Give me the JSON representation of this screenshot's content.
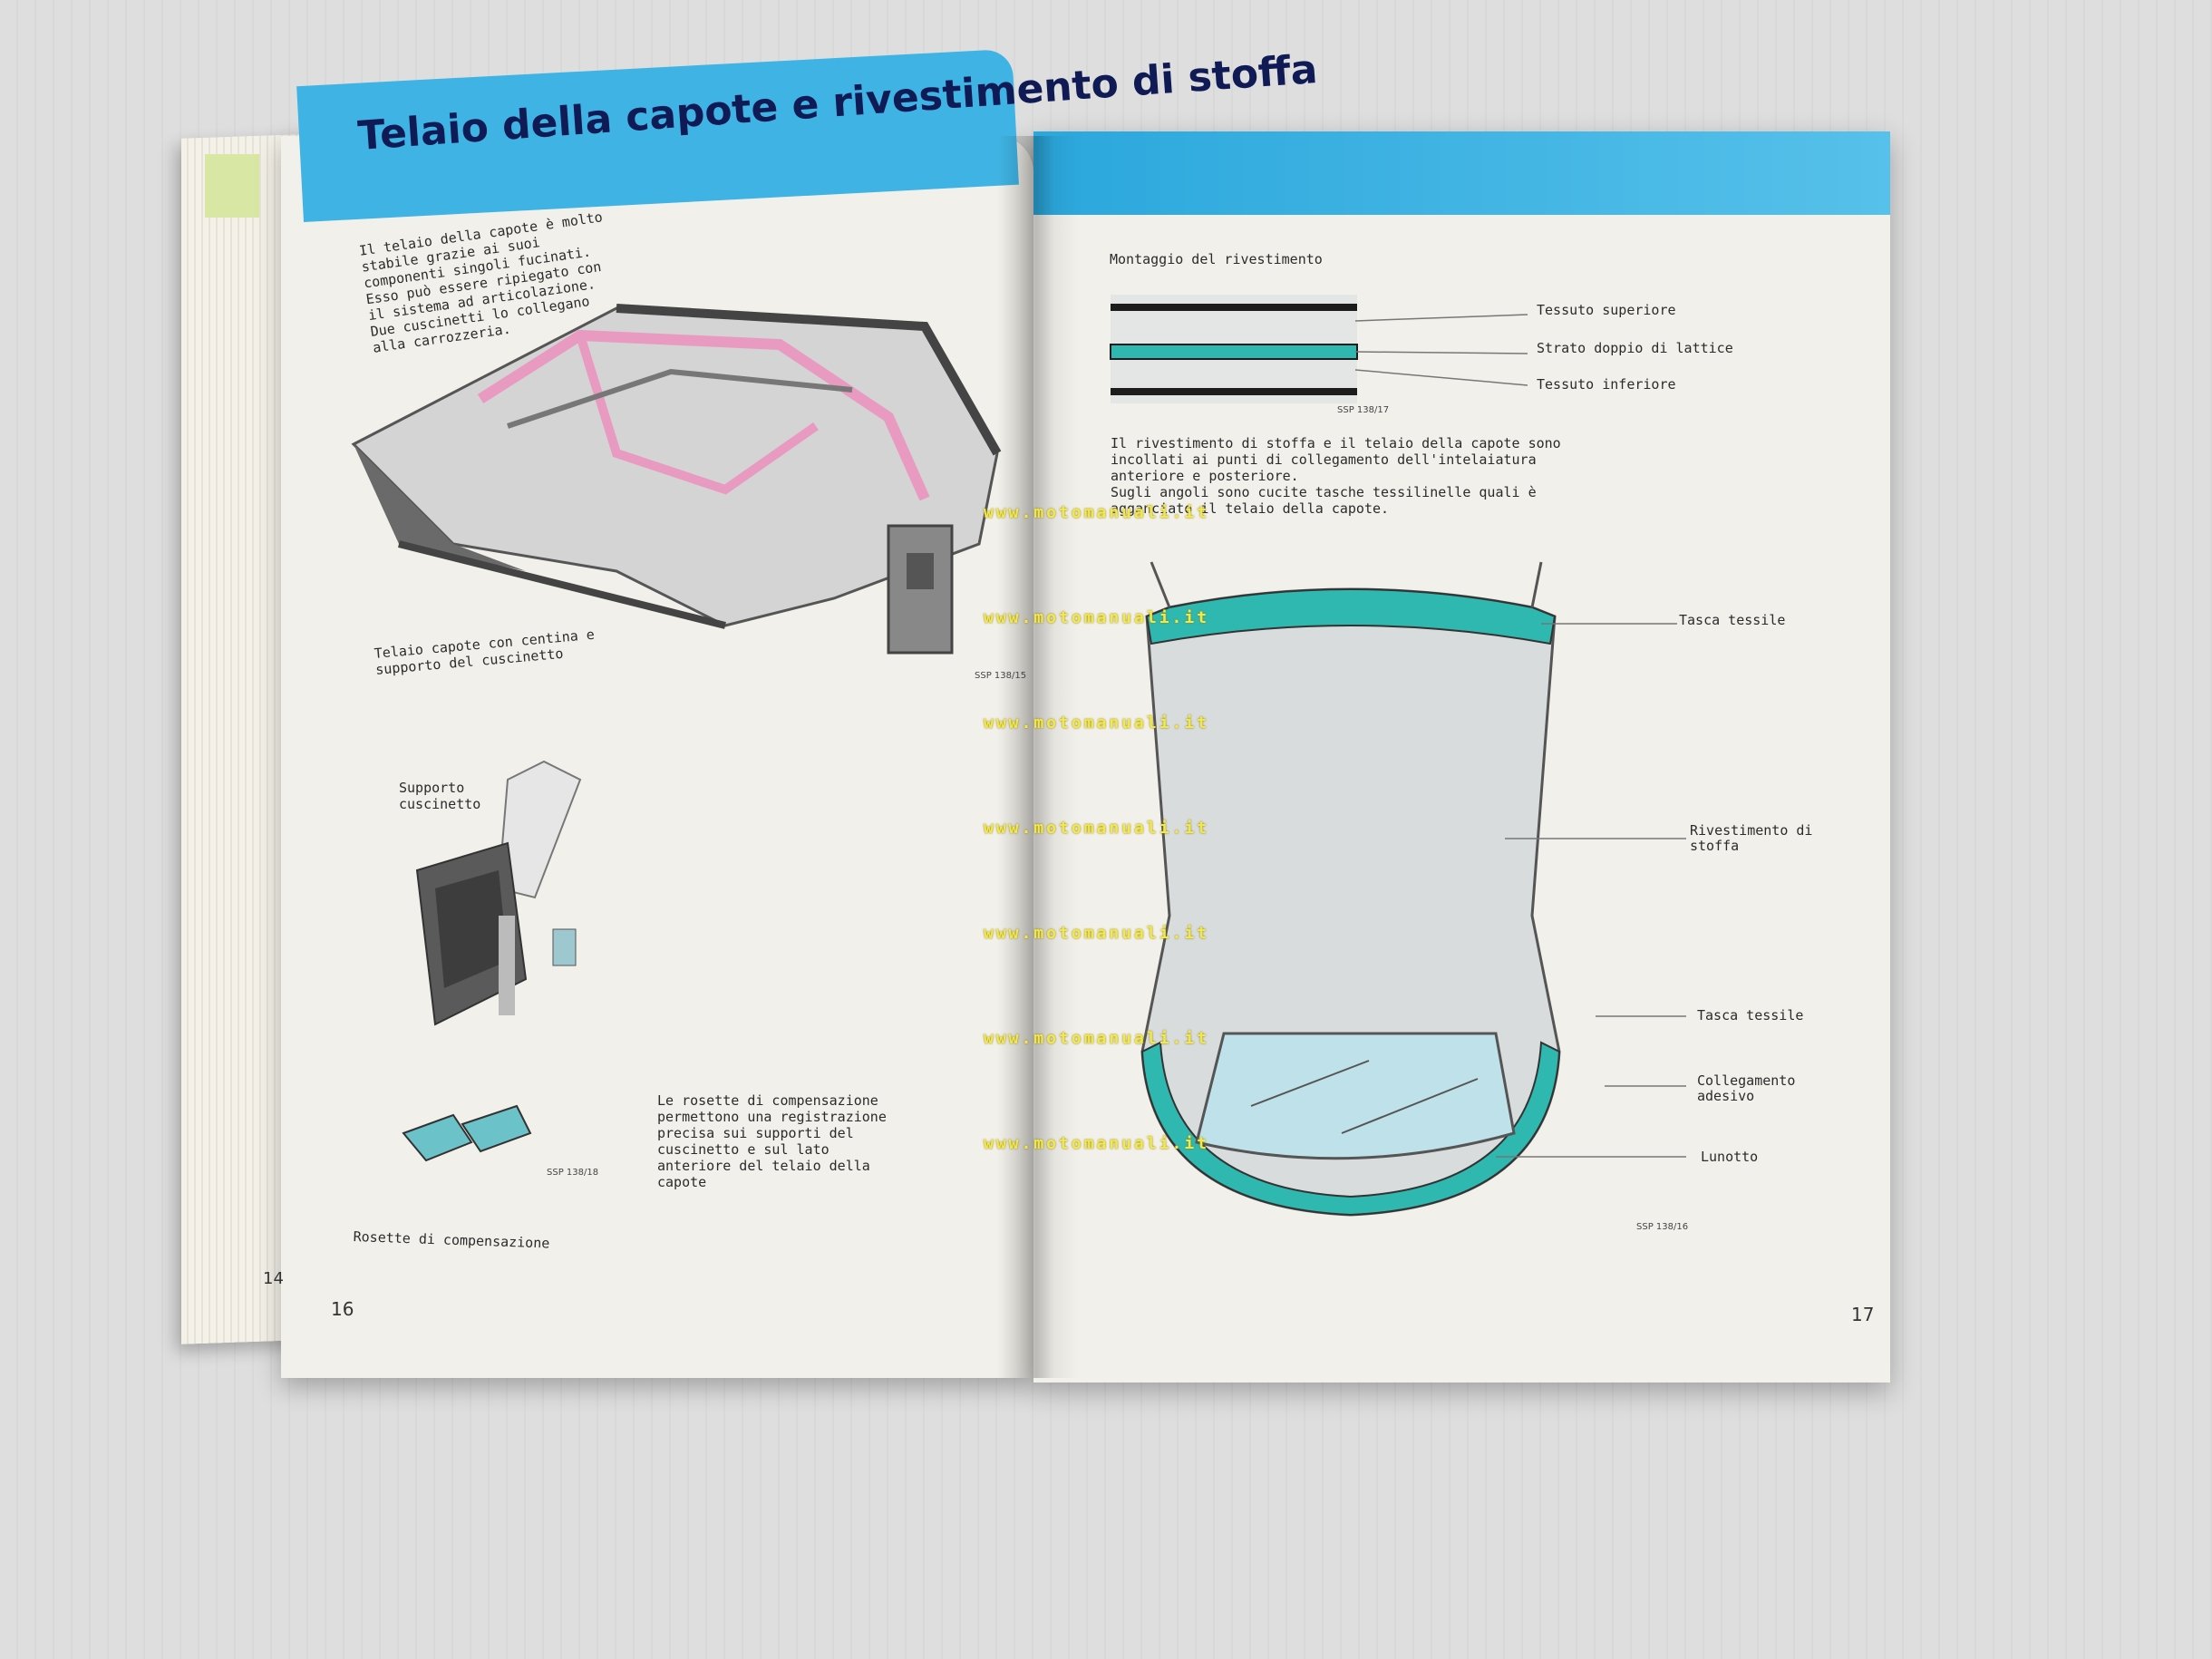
{
  "left_page": {
    "title": "Telaio della capote e rivestimento di stoffa",
    "intro": "Il telaio della capote è molto\nstabile grazie ai suoi\ncomponenti singoli fucinati.\nEsso può essere ripiegato con\nil sistema ad articolazione.\nDue cuscinetti lo collegano\nalla carrozzeria.",
    "frame_caption": "Telaio capote con centina e\nsupporto del cuscinetto",
    "frame_code": "SSP 138/15",
    "bearing_label": "Supporto\ncuscinetto",
    "rosette_text": "Le rosette di compensazione\npermettono una registrazione\nprecisa sui supporti del\ncuscinetto e sul lato\nanteriore del telaio della\ncapote",
    "bearing_code": "SSP 138/18",
    "rosette_caption": "Rosette di compensazione",
    "page_number": "16",
    "edge_number": "14"
  },
  "right_page": {
    "section_title": "Montaggio del rivestimento",
    "layer_labels": [
      "Tessuto superiore",
      "Strato doppio di lattice",
      "Tessuto inferiore"
    ],
    "layer_code": "SSP 138/17",
    "description": "Il rivestimento di stoffa e il telaio della capote sono\nincollati ai punti di collegamento dell'intelaiatura\nanteriore e posteriore.\nSugli angoli sono cucite tasche tessilinelle quali è\nagganciato il telaio della capote.",
    "roof_labels": {
      "tasca1": "Tasca tessile",
      "rivestimento": "Rivestimento di\nstoffa",
      "tasca2": "Tasca tessile",
      "collegamento": "Collegamento\nadesivo",
      "lunotto": "Lunotto"
    },
    "roof_code": "SSP 138/16",
    "page_number": "17"
  },
  "watermark": "www.motomanuali.it",
  "colors": {
    "banner": "#3fb4e4",
    "title": "#101a55",
    "accent_pink": "#e89ac0",
    "accent_teal": "#2fb8b0"
  }
}
